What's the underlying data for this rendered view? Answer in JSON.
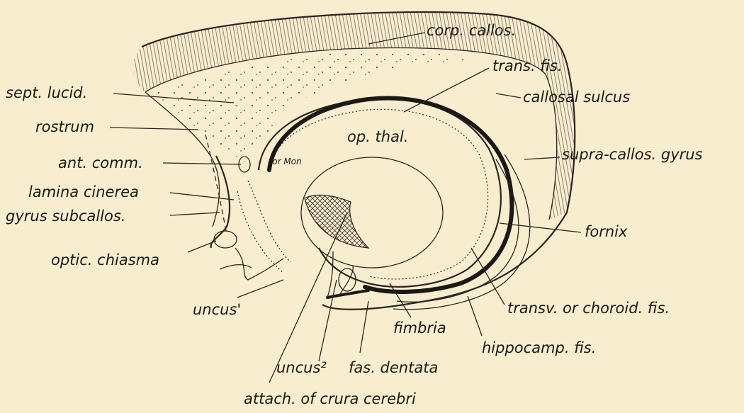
{
  "figure": {
    "labels": {
      "corp_callos": "corp. callos.",
      "trans_fis": "trans. fis.",
      "sept_lucid": "sept. lucid.",
      "callosal_sulcus": "callosal sulcus",
      "rostrum": "rostrum",
      "op_thal": "op. thal.",
      "supra_callos_gyrus": "supra-callos. gyrus",
      "ant_comm": "ant. comm.",
      "for_mon": "for Mon",
      "lamina_cinerea": "lamina cinerea",
      "gyrus_subcallos": "gyrus subcallos.",
      "fornix": "fornix",
      "optic_chiasma": "optic. chiasma",
      "uncus_prime": "uncus'",
      "transv_choroid_fis": "transv. or choroid. fis.",
      "fimbria": "fimbria",
      "hippocamp_fis": "hippocamp. fis.",
      "uncus2": "uncus²",
      "fas_dentata": "fas. dentata",
      "attach_crura": "attach. of crura cerebri"
    }
  },
  "colors": {
    "paper": "#f8edcf",
    "ink": "#2a2620"
  }
}
